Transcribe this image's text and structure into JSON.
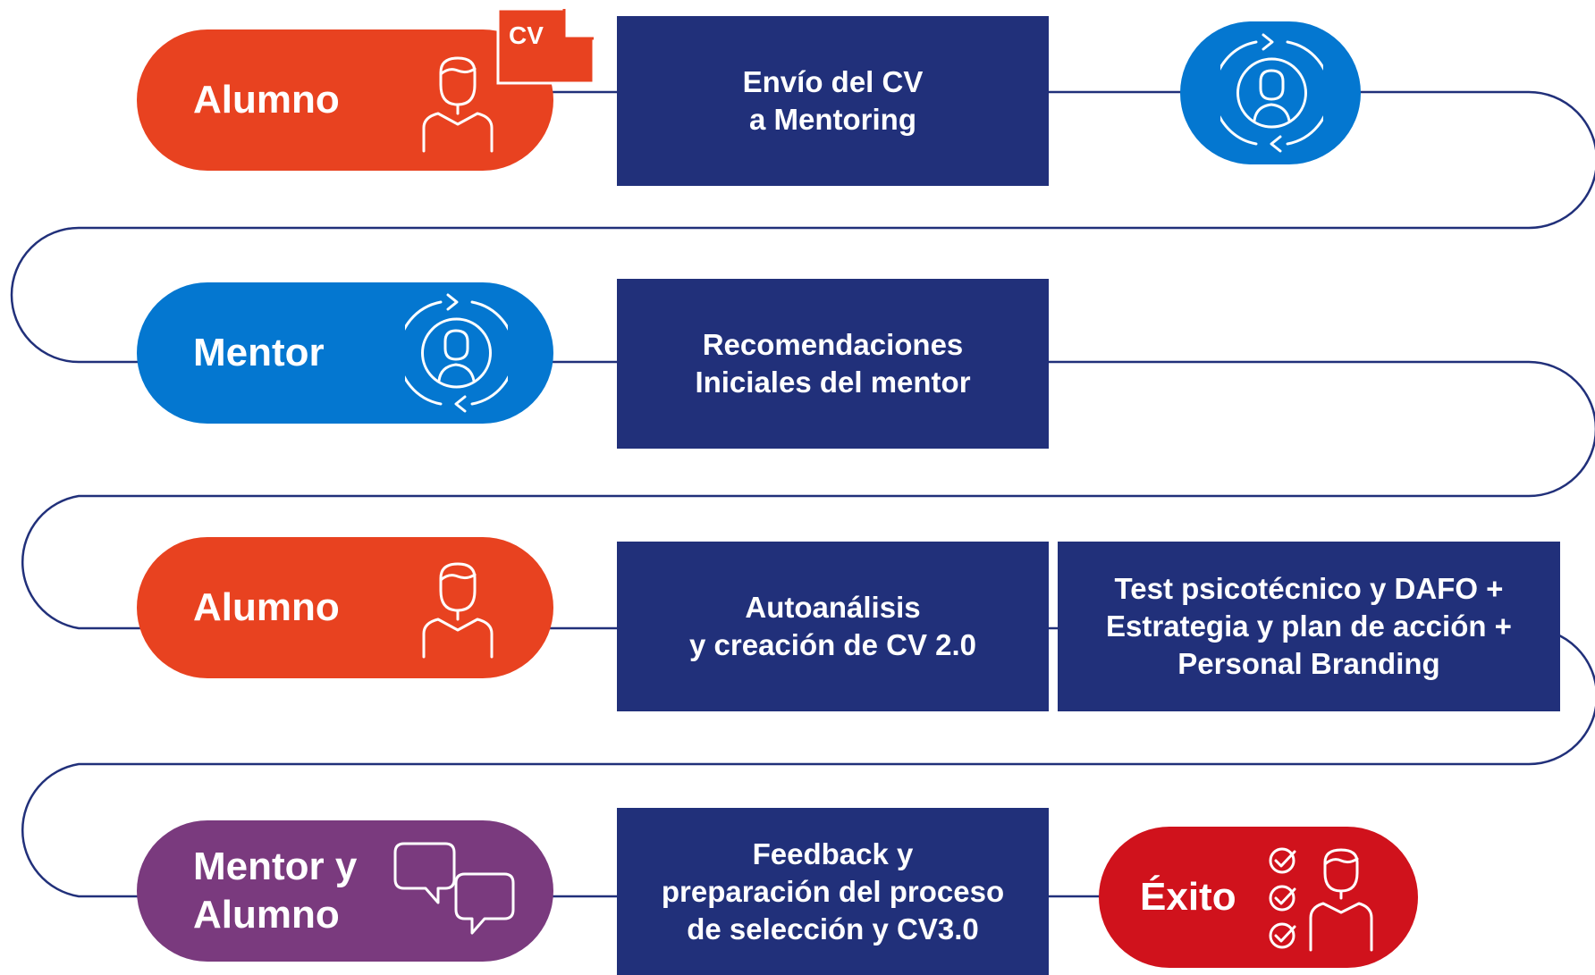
{
  "colors": {
    "line": "#21307a",
    "box": "#21307a",
    "alumno": "#e84220",
    "mentor": "#0477d0",
    "both": "#7a3a7e",
    "exito": "#d0121c"
  },
  "rows": [
    {
      "actor": {
        "label": "Alumno",
        "icon": "student-icon",
        "badge": "CV"
      },
      "steps": [
        "Envío del CV\na Mentoring"
      ],
      "extra_icon": "mentor-cycle-icon"
    },
    {
      "actor": {
        "label": "Mentor",
        "icon": "mentor-cycle-icon"
      },
      "steps": [
        "Recomendaciones\nIniciales del mentor"
      ]
    },
    {
      "actor": {
        "label": "Alumno",
        "icon": "student-icon"
      },
      "steps": [
        "Autoanálisis\ny creación de CV 2.0",
        "Test psicotécnico y DAFO +\nEstrategia y plan de acción +\nPersonal Branding"
      ]
    },
    {
      "actor": {
        "label": "Mentor y\nAlumno",
        "icon": "chat-bubbles-icon"
      },
      "steps": [
        "Feedback y\npreparación del proceso\nde selección y CV3.0"
      ],
      "end": {
        "label": "Éxito",
        "icon": "checklist-student-icon"
      }
    }
  ]
}
